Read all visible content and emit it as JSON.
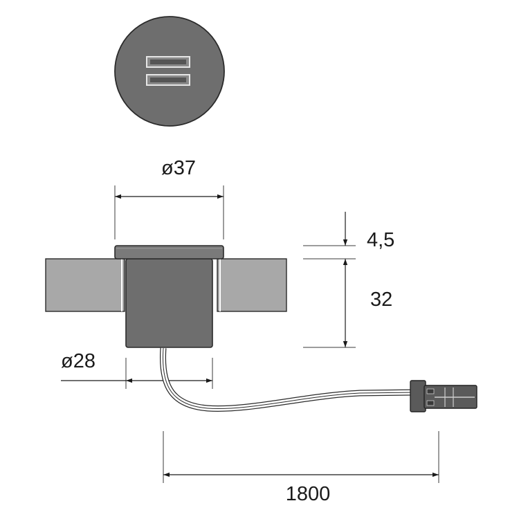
{
  "dimensions": {
    "top_diameter": "ø37",
    "bottom_diameter": "ø28",
    "cap_height": "4,5",
    "body_height": "32",
    "cable_length": "1800"
  },
  "colors": {
    "device_fill": "#6e6e6e",
    "cap_fill": "#7a7a7a",
    "panel_fill": "#a8a8a8",
    "connector_fill": "#5a5a5a",
    "line": "#1a1a1a"
  },
  "icons": {
    "usb_ports": "two-usb-slots"
  }
}
